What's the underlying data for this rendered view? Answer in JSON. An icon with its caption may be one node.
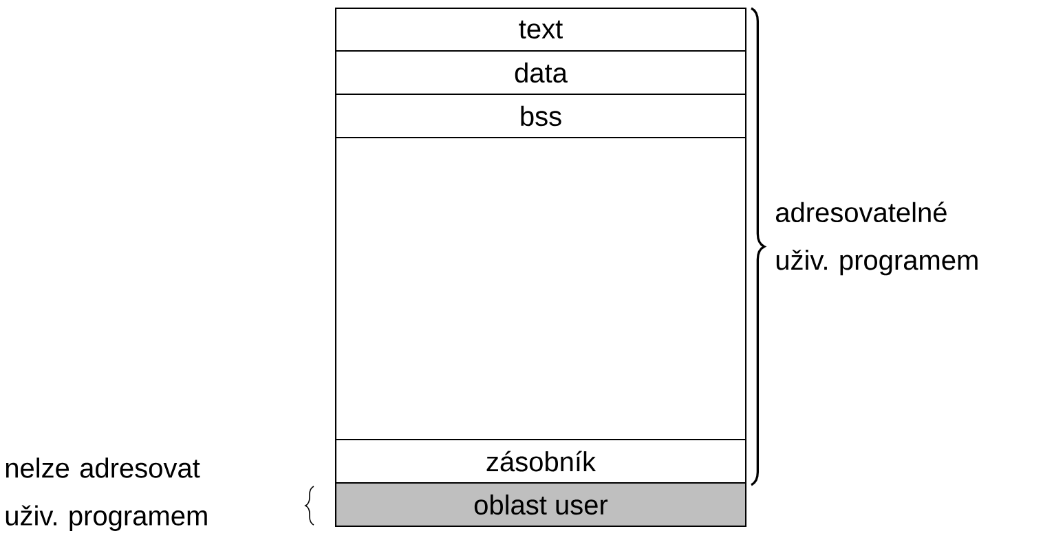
{
  "diagram": {
    "nodes": [
      {
        "text": [
          "text"
        ]
      },
      {
        "text": [
          "data"
        ]
      },
      {
        "text": [
          "bss"
        ]
      },
      {
        "text": [],
        "shape": "box"
      },
      {
        "text": [
          "zásobník"
        ]
      },
      {
        "text": [
          "oblast user"
        ]
      }
    ],
    "labels": [
      "adresovatelné uživ. programem",
      "nelze adresovat uživ. programem"
    ]
  }
}
